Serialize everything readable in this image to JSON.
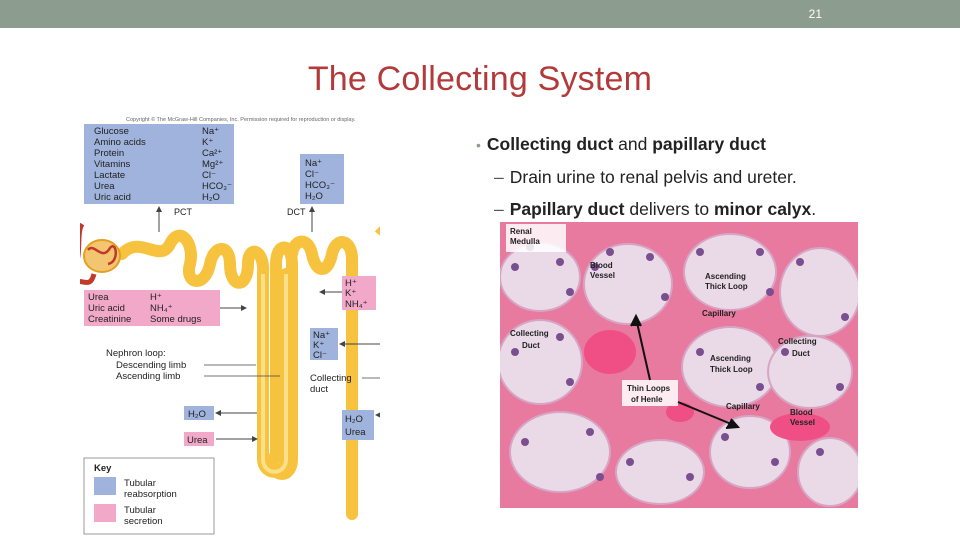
{
  "slide": {
    "number": "21",
    "title": "The Collecting System"
  },
  "bullets": {
    "main": {
      "part1": "Collecting duct",
      "part2": " and ",
      "part3": "papillary duct"
    },
    "sub1": {
      "text": "Drain urine to renal pelvis and ureter."
    },
    "sub2": {
      "part1": "Papillary duct",
      "part2": " delivers to ",
      "part3": "minor calyx",
      "part4": "."
    }
  },
  "diagram": {
    "copyright": "Copyright © The McGraw-Hill Companies, Inc. Permission required for reproduction or display.",
    "pct_box_left": [
      "Glucose",
      "Amino acids",
      "Protein",
      "Vitamins",
      "Lactate",
      "Urea",
      "Uric acid"
    ],
    "pct_box_right": [
      "Na⁺",
      "K⁺",
      "Ca²⁺",
      "Mg²⁺",
      "Cl⁻",
      "HCO₃⁻",
      "H₂O"
    ],
    "pct_label": "PCT",
    "dct_label": "DCT",
    "dct_box": [
      "Na⁺",
      "Cl⁻",
      "HCO₃⁻",
      "H₂O"
    ],
    "secretion_dct": [
      "H⁺",
      "K⁺",
      "NH₄⁺"
    ],
    "secretion_pct_left": [
      "Urea",
      "Uric acid",
      "Creatinine"
    ],
    "secretion_pct_right": [
      "H⁺",
      "NH₄⁺",
      "Some drugs"
    ],
    "collecting_box": [
      "Na⁺",
      "K⁺",
      "Cl⁻"
    ],
    "nephron_loop": "Nephron loop:",
    "descending": "Descending limb",
    "ascending": "Ascending limb",
    "collecting_duct": [
      "Collecting",
      "duct"
    ],
    "loop_h2o": "H₂O",
    "loop_urea": "Urea",
    "cd_bottom": [
      "H₂O",
      "Urea"
    ],
    "key_title": "Key",
    "key_reabs": [
      "Tubular",
      "reabsorption"
    ],
    "key_secr": [
      "Tubular",
      "secretion"
    ],
    "colors": {
      "reabsorption": "#9fb3dc",
      "secretion": "#f2a9c9",
      "tubule": "#f7c23d",
      "vessel": "#c0392b"
    }
  },
  "micrograph": {
    "labels": {
      "renal_medulla": [
        "Renal",
        "Medulla"
      ],
      "blood_vessel_1": [
        "Blood",
        "Vessel"
      ],
      "ascending_thick_1": [
        "Ascending",
        "Thick Loop"
      ],
      "capillary_1": "Capillary",
      "collecting_duct_1": [
        "Collecting",
        "Duct"
      ],
      "collecting_duct_2": [
        "Collecting",
        "Duct"
      ],
      "ascending_thick_2": [
        "Ascending",
        "Thick Loop"
      ],
      "thin_loops": [
        "Thin Loops",
        "of Henle"
      ],
      "capillary_2": "Capillary",
      "blood_vessel_2": [
        "Blood",
        "Vessel"
      ]
    },
    "colors": {
      "background": "#e8799f",
      "tubule": "#e8dde9",
      "nucleus": "#7a4f8f",
      "vessel": "#e84d7c"
    }
  }
}
